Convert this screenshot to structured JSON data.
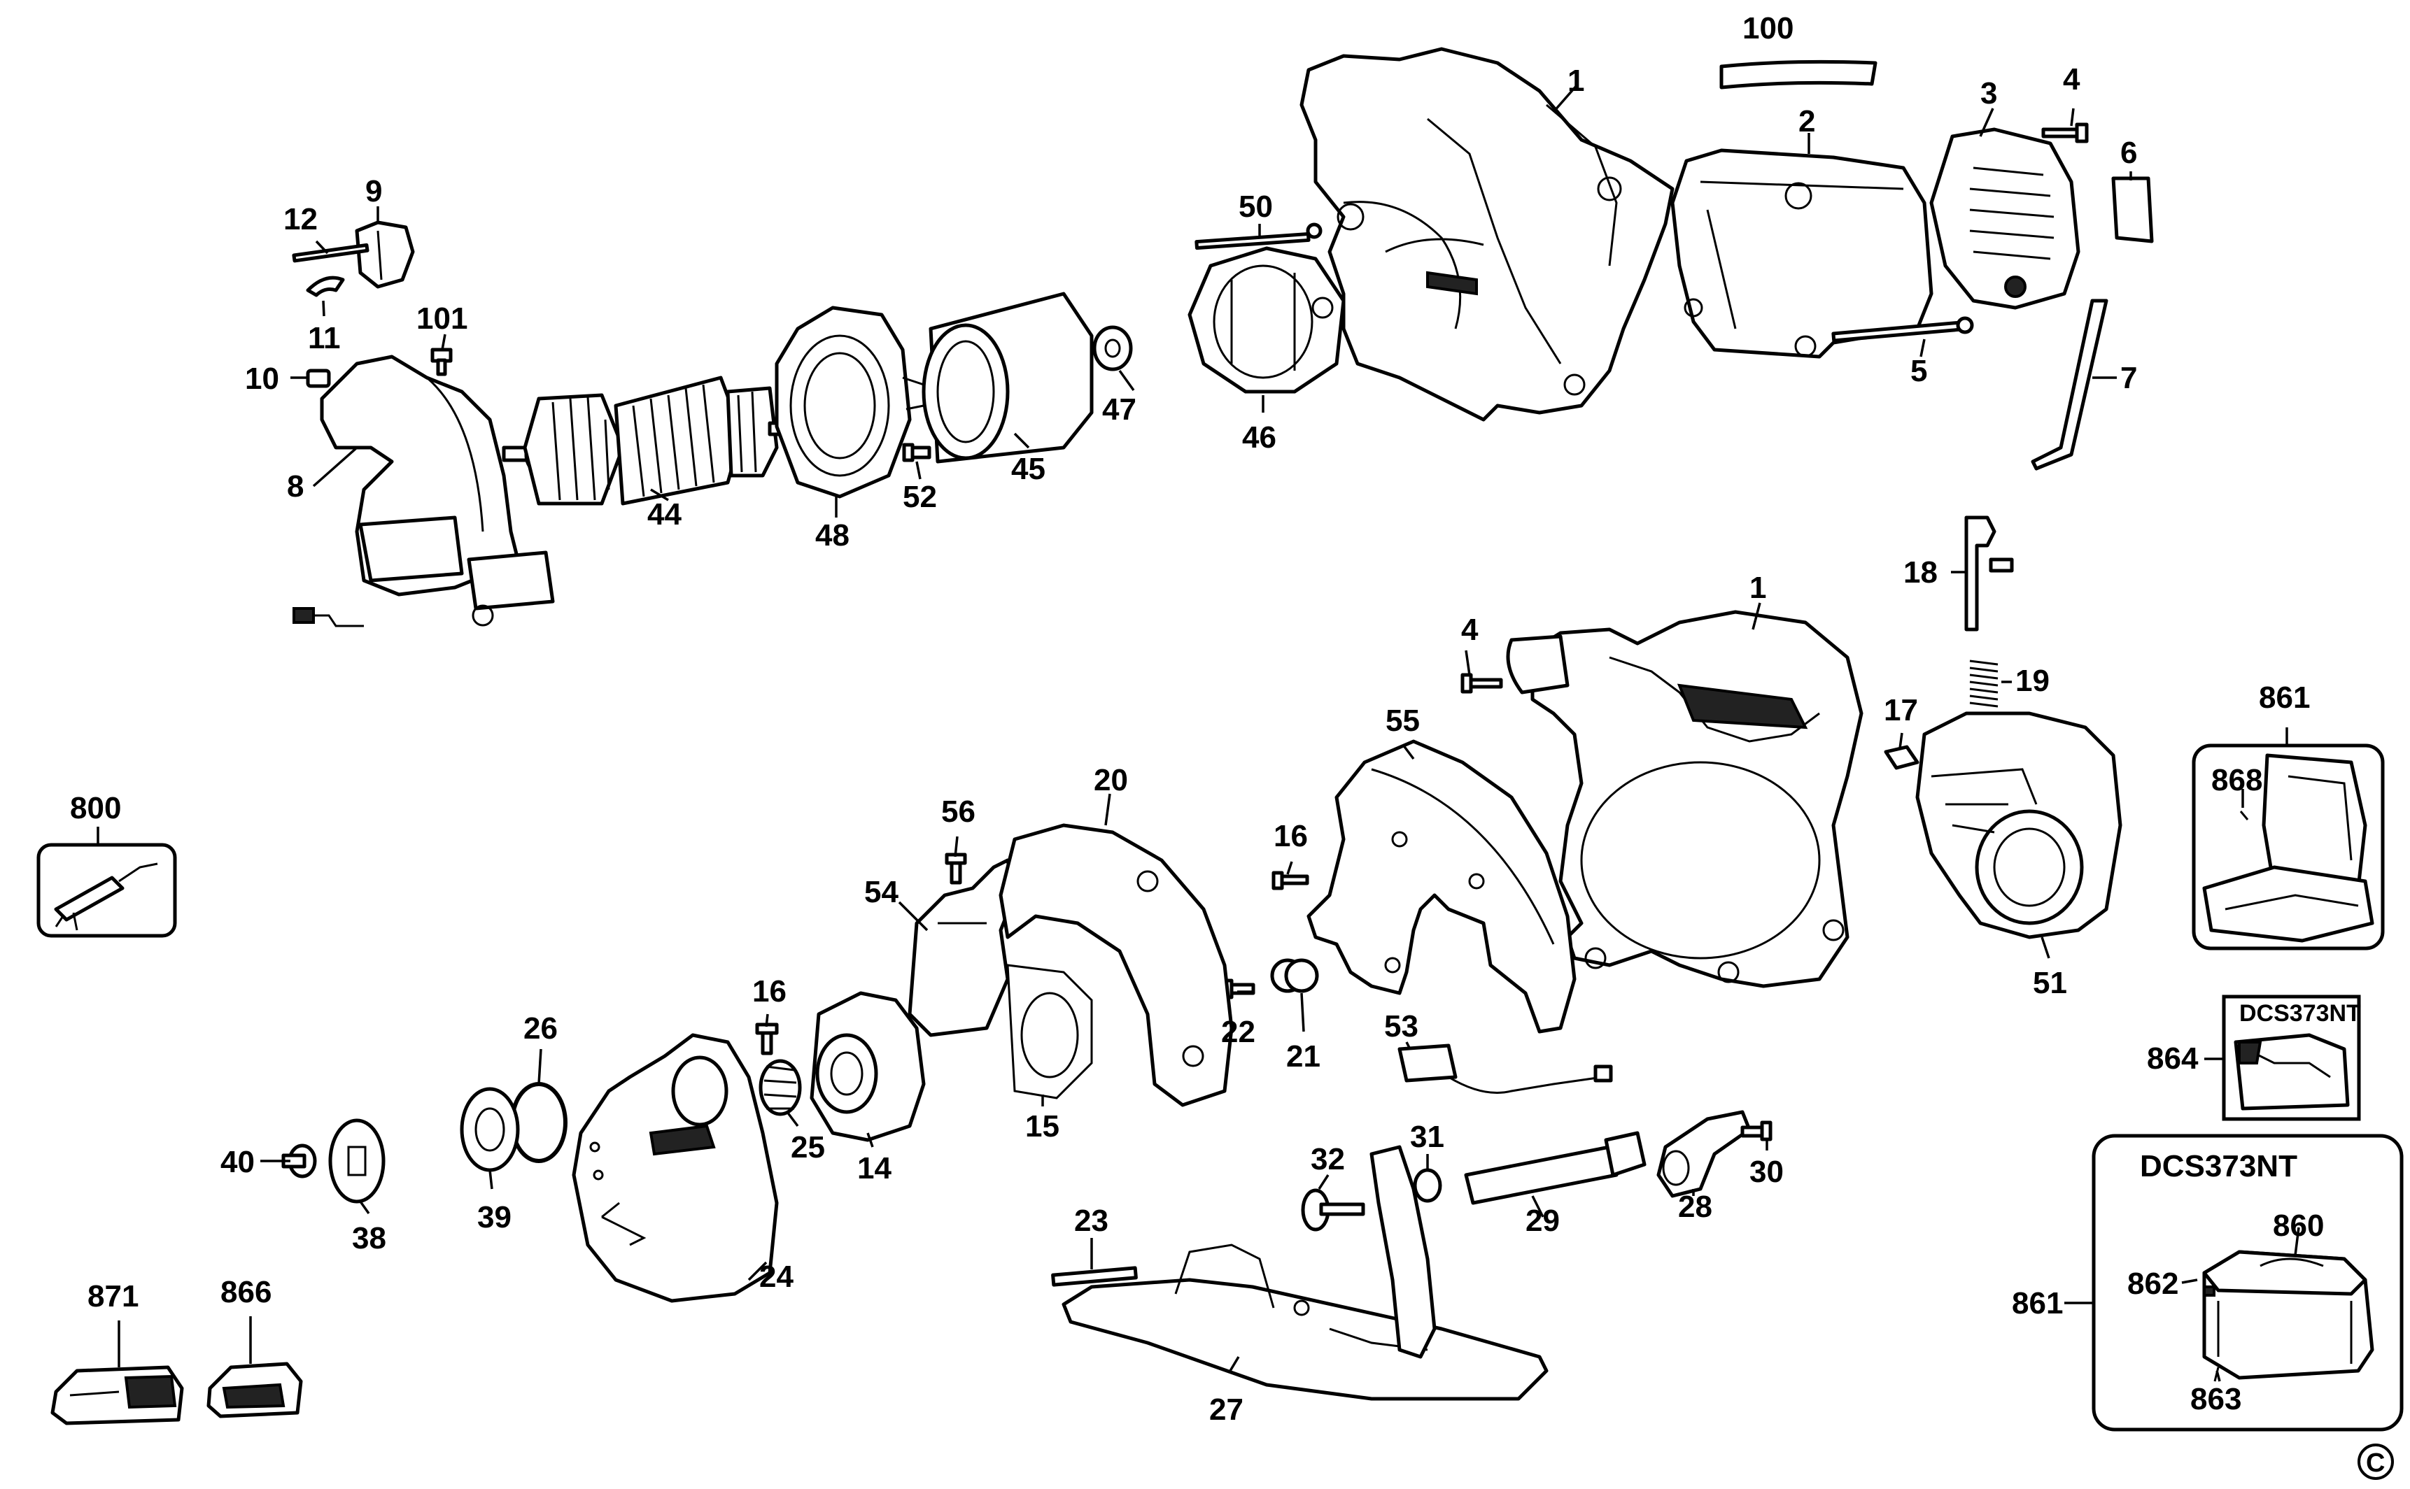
{
  "labels": {
    "p1a": "1",
    "p1b": "1",
    "p2": "2",
    "p3": "3",
    "p4a": "4",
    "p4b": "4",
    "p5": "5",
    "p6": "6",
    "p7": "7",
    "p8": "8",
    "p9": "9",
    "p10": "10",
    "p11": "11",
    "p12": "12",
    "p14": "14",
    "p15": "15",
    "p16a": "16",
    "p16b": "16",
    "p17": "17",
    "p18": "18",
    "p19": "19",
    "p20": "20",
    "p21": "21",
    "p22": "22",
    "p23": "23",
    "p24": "24",
    "p25": "25",
    "p26": "26",
    "p27": "27",
    "p28": "28",
    "p29": "29",
    "p30": "30",
    "p31": "31",
    "p32": "32",
    "p38": "38",
    "p39": "39",
    "p40": "40",
    "p44": "44",
    "p45": "45",
    "p46": "46",
    "p47": "47",
    "p48": "48",
    "p50": "50",
    "p51": "51",
    "p52": "52",
    "p53": "53",
    "p54": "54",
    "p55": "55",
    "p56": "56",
    "p100": "100",
    "p101": "101",
    "p800": "800",
    "p860": "860",
    "p861a": "861",
    "p861b": "861",
    "p862": "862",
    "p863": "863",
    "p864": "864",
    "p866": "866",
    "p868": "868",
    "p871": "871"
  },
  "kit_model_small": "DCS373NT",
  "kit_model_large": "DCS373NT",
  "copyright_symbol": "C"
}
